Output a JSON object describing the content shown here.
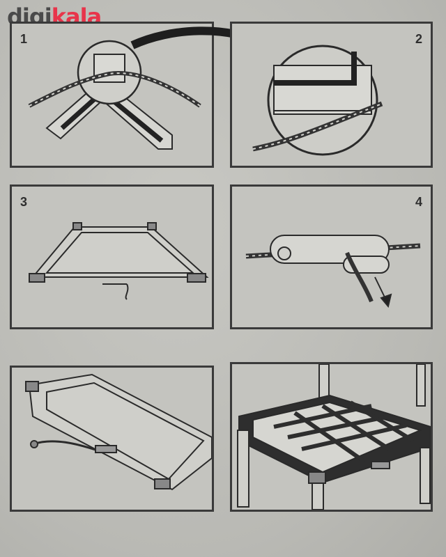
{
  "brand": {
    "part1": "digi",
    "part2": "kala"
  },
  "steps": [
    {
      "number": "1"
    },
    {
      "number": "2"
    },
    {
      "number": "3"
    },
    {
      "number": "4"
    }
  ],
  "colors": {
    "ink": "#2e2e2e",
    "paper": "#c4c4bf",
    "brand_red": "#e8344a",
    "brand_gray": "#4a4a4a"
  }
}
